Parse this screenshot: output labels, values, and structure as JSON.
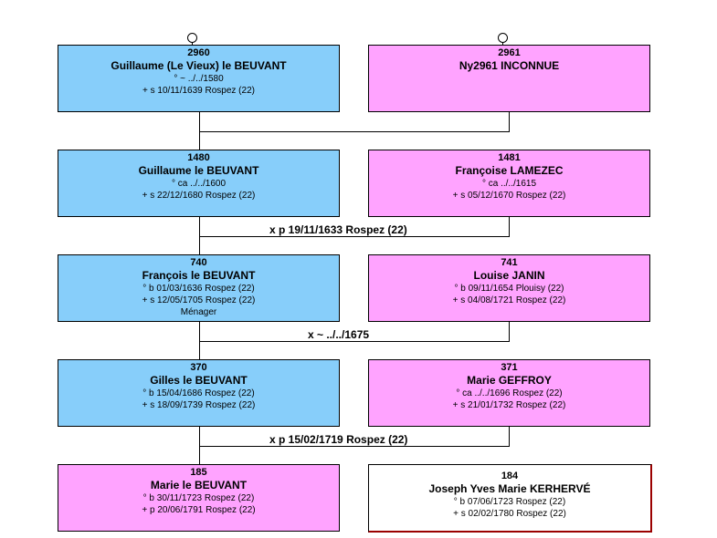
{
  "persons": {
    "p2960": {
      "num": "2960",
      "name": "Guillaume (Le Vieux) le BEUVANT",
      "l1": "° ~ ../../1580",
      "l2": "+ s 10/11/1639 Rospez (22)"
    },
    "p2961": {
      "num": "2961",
      "name": "Ny2961 INCONNUE"
    },
    "p1480": {
      "num": "1480",
      "name": "Guillaume le BEUVANT",
      "l1": "° ca ../../1600",
      "l2": "+ s 22/12/1680 Rospez (22)"
    },
    "p1481": {
      "num": "1481",
      "name": "Françoise LAMEZEC",
      "l1": "° ca ../../1615",
      "l2": "+ s 05/12/1670 Rospez (22)"
    },
    "p740": {
      "num": "740",
      "name": "François le BEUVANT",
      "l1": "° b 01/03/1636 Rospez (22)",
      "l2": "+ s 12/05/1705 Rospez (22)",
      "l3": "Ménager"
    },
    "p741": {
      "num": "741",
      "name": "Louise JANIN",
      "l1": "° b 09/11/1654 Plouisy (22)",
      "l2": "+ s 04/08/1721 Rospez (22)"
    },
    "p370": {
      "num": "370",
      "name": "Gilles le BEUVANT",
      "l1": "° b 15/04/1686 Rospez (22)",
      "l2": "+ s 18/09/1739 Rospez (22)"
    },
    "p371": {
      "num": "371",
      "name": "Marie GEFFROY",
      "l1": "° ca ../../1696 Rospez (22)",
      "l2": "+ s 21/01/1732 Rospez (22)"
    },
    "p185": {
      "num": "185",
      "name": "Marie le BEUVANT",
      "l1": "° b 30/11/1723 Rospez (22)",
      "l2": "+ p 20/06/1791 Rospez (22)"
    },
    "p184": {
      "num": "184",
      "name": "Joseph Yves Marie KERHERVÉ",
      "l1": "° b 07/06/1723 Rospez (22)",
      "l2": "+ s 02/02/1780 Rospez (22)"
    }
  },
  "marriages": {
    "m1480": "x p 19/11/1633 Rospez (22)",
    "m740": "x ~ ../../1675",
    "m370": "x p 15/02/1719 Rospez (22)"
  },
  "colors": {
    "male": "#87cefa",
    "female": "#ffa3ff",
    "unknown": "#ffffff",
    "line": "#000000"
  }
}
